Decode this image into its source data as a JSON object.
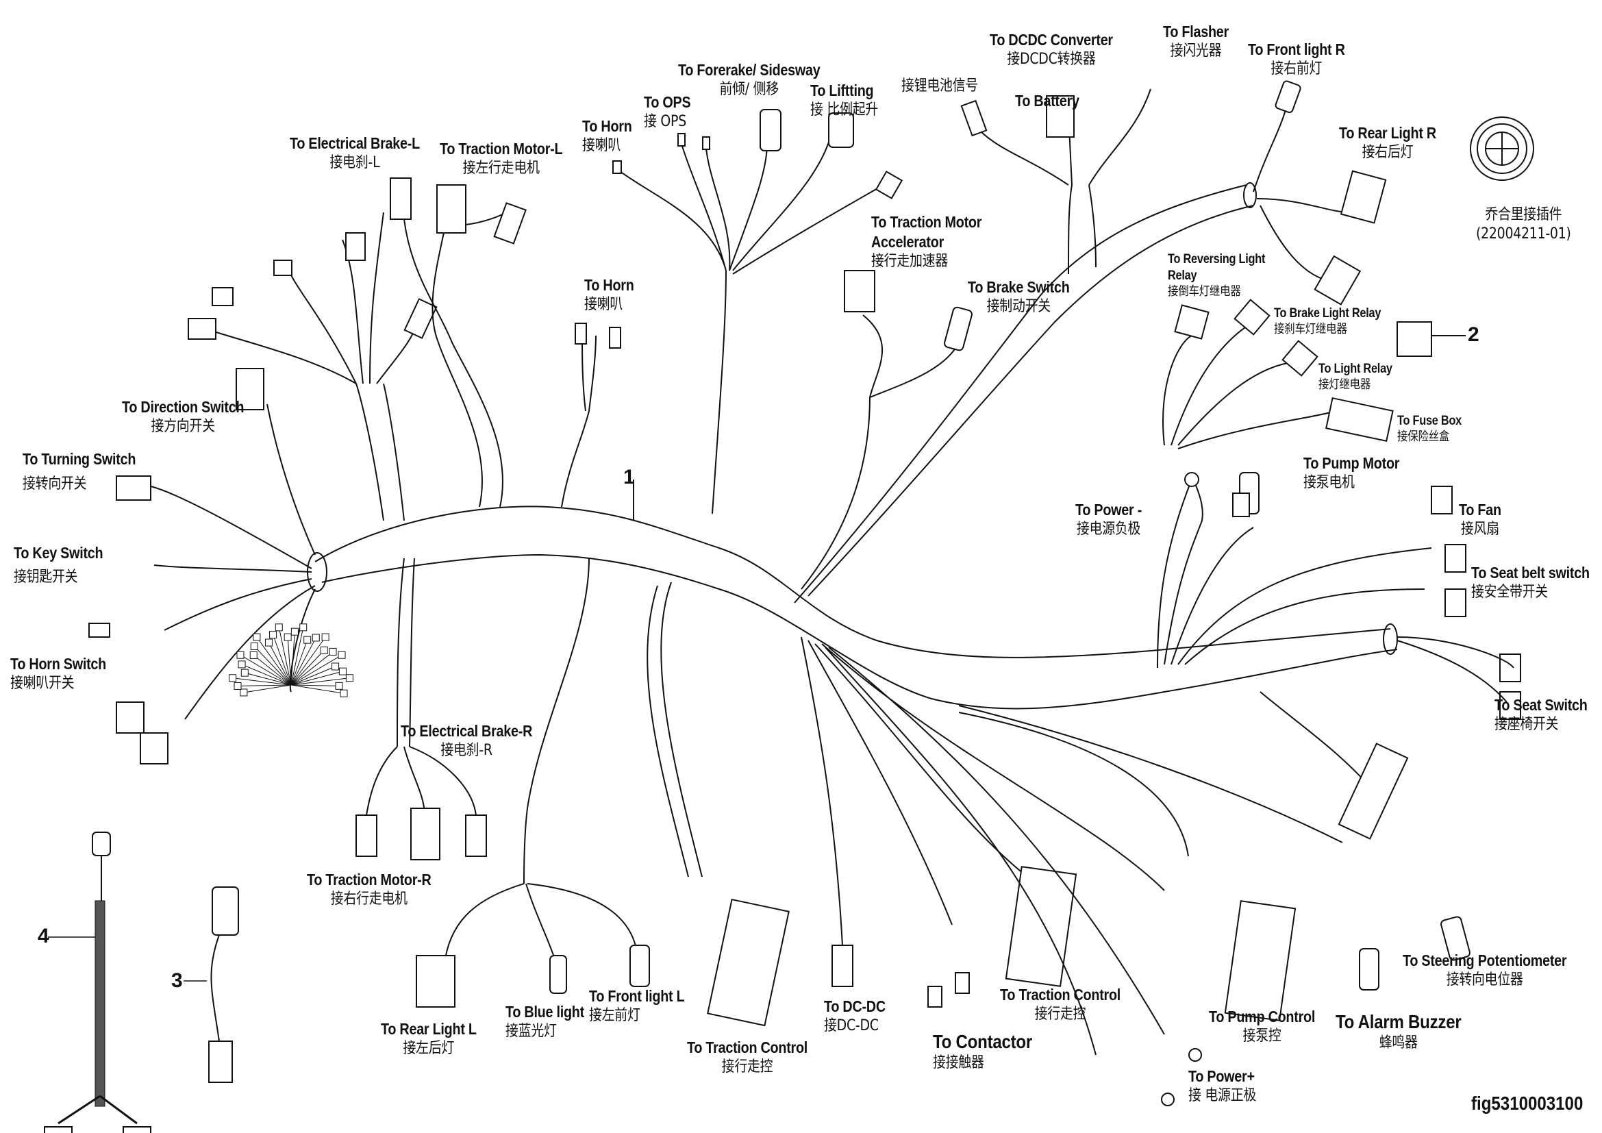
{
  "figure_id": "fig5310003100",
  "part_numbers": [
    "1",
    "2",
    "3",
    "4"
  ],
  "connector_note": {
    "cn": "乔合里接插件",
    "code": "(22004211-01)"
  },
  "labels": {
    "electrical_brake_l": {
      "en": "To Electrical Brake-L",
      "cn": "接电刹-L"
    },
    "traction_motor_l": {
      "en": "To Traction Motor-L",
      "cn": "接左行走电机"
    },
    "horn_top": {
      "en": "To Horn",
      "cn": "接喇叭"
    },
    "ops": {
      "en": "To  OPS",
      "cn": "接 OPS"
    },
    "forerake": {
      "en": "To  Forerake/ Sidesway",
      "cn": "前倾/ 侧移"
    },
    "lifting": {
      "en": "To  Liftting",
      "cn": "接 比例起升"
    },
    "lithium_signal": {
      "en": "",
      "cn": "接锂电池信号"
    },
    "dcdc_converter": {
      "en": "To DCDC Converter",
      "cn": "接DCDC转换器"
    },
    "battery": {
      "en": "To Battery",
      "cn": ""
    },
    "flasher": {
      "en": "To Flasher",
      "cn": "接闪光器"
    },
    "front_light_r": {
      "en": "To Front light R",
      "cn": "接右前灯"
    },
    "rear_light_r": {
      "en": "To Rear Light R",
      "cn": "接右后灯"
    },
    "horn_mid": {
      "en": "To Horn",
      "cn": "接喇叭"
    },
    "accelerator": {
      "en": "To Traction Motor Accelerator",
      "en2": "Accelerator",
      "en1": "To Traction Motor",
      "cn": "接行走加速器"
    },
    "brake_switch": {
      "en": "To Brake Switch",
      "cn": "接制动开关"
    },
    "reversing_relay": {
      "en1": "To Reversing  Light",
      "en2": "Relay",
      "cn": "接倒车灯继电器"
    },
    "brake_light_relay": {
      "en": "To Brake Light Relay",
      "cn": "接刹车灯继电器"
    },
    "light_relay": {
      "en": "To Light Relay",
      "cn": "接灯继电器"
    },
    "fuse_box": {
      "en": "To Fuse Box",
      "cn": "接保险丝盒"
    },
    "direction_switch": {
      "en": "To Direction Switch",
      "cn": "接方向开关"
    },
    "turning_switch": {
      "en": "To Turning Switch",
      "cn": "接转向开关"
    },
    "key_switch": {
      "en": "To Key Switch",
      "cn": "接钥匙开关"
    },
    "horn_switch": {
      "en": "To Horn Switch",
      "cn": "接喇叭开关"
    },
    "power_neg": {
      "en": "To Power -",
      "cn": "接电源负极"
    },
    "pump_motor": {
      "en": "To Pump Motor",
      "cn": "接泵电机"
    },
    "fan": {
      "en": "To Fan",
      "cn": "接风扇"
    },
    "seat_belt": {
      "en": "To Seat belt switch",
      "cn": "接安全带开关"
    },
    "seat_switch": {
      "en": "To Seat Switch",
      "cn": "接座椅开关"
    },
    "electrical_brake_r": {
      "en": "To Electrical Brake-R",
      "cn": "接电刹-R"
    },
    "traction_motor_r": {
      "en": "To Traction Motor-R",
      "cn": "接右行走电机"
    },
    "rear_light_l": {
      "en": "To Rear Light L",
      "cn": "接左后灯"
    },
    "blue_light": {
      "en": "To Blue light",
      "cn": "接蓝光灯"
    },
    "front_light_l": {
      "en": "To Front light L",
      "cn": "接左前灯"
    },
    "traction_control_1": {
      "en": "To Traction Control",
      "cn": "接行走控"
    },
    "dc_dc": {
      "en": "To DC-DC",
      "cn": "接DC-DC"
    },
    "contactor": {
      "en": "To  Contactor",
      "cn": "接接触器"
    },
    "traction_control_2": {
      "en": "To Traction Control",
      "cn": "接行走控"
    },
    "pump_control": {
      "en": "To Pump Control",
      "cn": "接泵控"
    },
    "power_pos": {
      "en": "To Power+",
      "cn": "接 电源正极"
    },
    "alarm_buzzer": {
      "en": "To Alarm Buzzer",
      "cn": "蜂鸣器"
    },
    "steering_pot": {
      "en": "To Steering Potentiometer",
      "cn": "接转向电位器"
    }
  }
}
